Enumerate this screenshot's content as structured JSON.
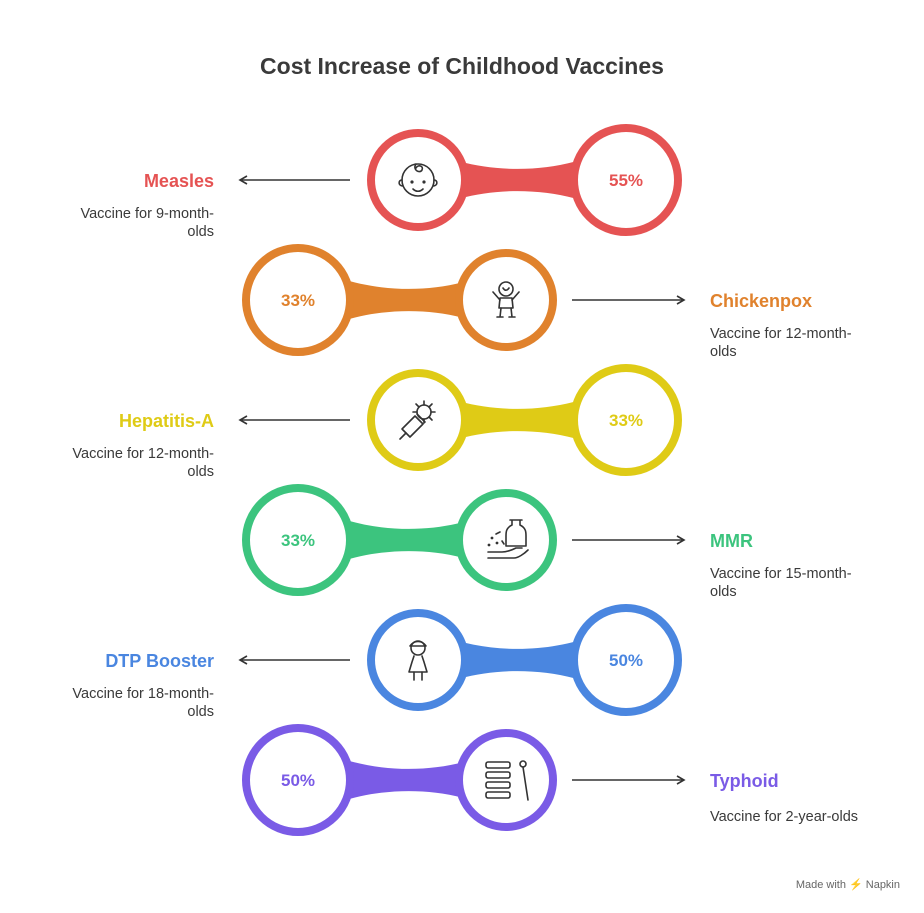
{
  "title": "Cost Increase of Childhood Vaccines",
  "items": [
    {
      "name": "Measles",
      "percent": "55%",
      "desc_line1": "Vaccine for 9-month-",
      "desc_line2": "olds",
      "color": "#E55353",
      "icon": "baby-face-icon"
    },
    {
      "name": "Chickenpox",
      "percent": "33%",
      "desc_line1": "Vaccine for 12-month-",
      "desc_line2": "olds",
      "color": "#E0822D",
      "icon": "toddler-icon"
    },
    {
      "name": "Hepatitis-A",
      "percent": "33%",
      "desc_line1": "Vaccine for 12-month-",
      "desc_line2": "olds",
      "color": "#DFCB16",
      "icon": "virus-syringe-icon"
    },
    {
      "name": "MMR",
      "percent": "33%",
      "desc_line1": "Vaccine for 15-month-",
      "desc_line2": "olds",
      "color": "#3CC47E",
      "icon": "medicine-hand-icon"
    },
    {
      "name": "DTP Booster",
      "percent": "50%",
      "desc_line1": "Vaccine for 18-month-",
      "desc_line2": "olds",
      "color": "#4A86E0",
      "icon": "child-icon"
    },
    {
      "name": "Typhoid",
      "percent": "50%",
      "desc_line1": "Vaccine for 2-year-olds",
      "desc_line2": "",
      "color": "#7A5BE6",
      "icon": "xylophone-icon"
    }
  ],
  "credit": "Made with ⚡ Napkin"
}
